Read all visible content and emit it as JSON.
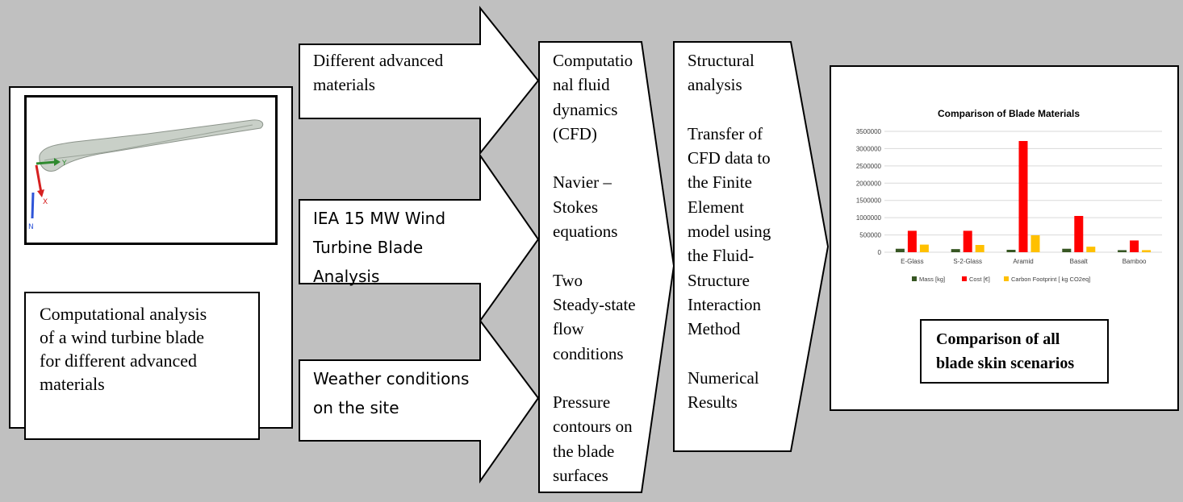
{
  "left_panel": {
    "description": "Computational analysis\nof  a wind turbine blade\nfor different advanced\nmaterials",
    "axis_labels": {
      "y": "Y",
      "x": "X",
      "n": "N"
    }
  },
  "inputs": [
    {
      "text": "Different advanced\nmaterials"
    },
    {
      "text": "IEA 15 MW Wind\nTurbine Blade\nAnalysis"
    },
    {
      "text": "Weather conditions\non the site"
    }
  ],
  "cfd_step": {
    "text": "Computatio\nnal fluid\ndynamics\n(CFD)\n\nNavier –\nStokes\nequations\n\nTwo\nSteady-state\nflow\nconditions\n\nPressure\ncontours on\nthe blade\nsurfaces"
  },
  "structural_step": {
    "text": "Structural\nanalysis\n\n Transfer of\nCFD data to\nthe Finite\nElement\nmodel using\nthe Fluid-\nStructure\nInteraction\nMethod\n\nNumerical\nResults"
  },
  "result_panel": {
    "caption": "Comparison of all\nblade skin scenarios"
  },
  "chart_data": {
    "type": "bar",
    "title": "Comparison of Blade Materials",
    "categories": [
      "E-Glass",
      "S-2-Glass",
      "Aramid",
      "Basalt",
      "Bamboo"
    ],
    "series": [
      {
        "name": "Mass [kg]",
        "color": "#375623",
        "values": [
          100000,
          90000,
          70000,
          100000,
          60000
        ]
      },
      {
        "name": "Cost [€]",
        "color": "#ff0000",
        "values": [
          620000,
          620000,
          3220000,
          1050000,
          340000
        ]
      },
      {
        "name": "Carbon Footprint [ kg CO2eq]",
        "color": "#ffc000",
        "values": [
          220000,
          210000,
          490000,
          160000,
          60000
        ]
      }
    ],
    "yticks": [
      "0",
      "500000",
      "1000000",
      "1500000",
      "2000000",
      "2500000",
      "3000000",
      "3500000"
    ],
    "ylim": [
      0,
      3500000
    ],
    "grid": true,
    "legend_position": "bottom"
  }
}
